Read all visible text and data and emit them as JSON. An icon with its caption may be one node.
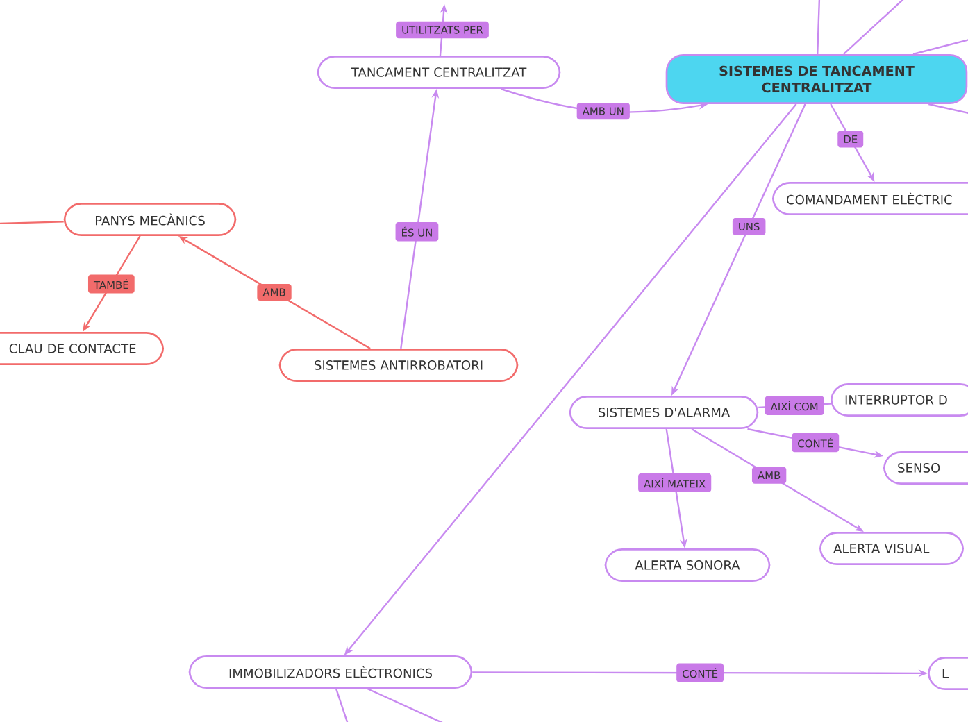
{
  "diagram": {
    "nodes": [
      {
        "text": [
          "SISTEMES DE TANCAMENT CENTRALITZAT"
        ]
      },
      {
        "text": [
          "TANCAMENT CENTRALITZAT"
        ]
      },
      {
        "text": [
          "COMANDAMENT ELÈCTRIC"
        ]
      },
      {
        "text": [
          "PANYS MECÀNICS"
        ]
      },
      {
        "text": [
          "CLAU DE CONTACTE"
        ]
      },
      {
        "text": [
          "SISTEMES ANTIRROBATORI"
        ]
      },
      {
        "text": [
          "SISTEMES D'ALARMA"
        ]
      },
      {
        "text": [
          "INTERRUPTOR D"
        ]
      },
      {
        "text": [
          "SENSO"
        ]
      },
      {
        "text": [
          "ALERTA SONORA"
        ]
      },
      {
        "text": [
          "ALERTA VISUAL"
        ]
      },
      {
        "text": [
          "IMMOBILIZADORS ELÈCTRONICS"
        ]
      },
      {
        "text": [
          "L"
        ]
      }
    ],
    "edges": [
      {
        "from": 5,
        "to": 1,
        "arrow": "to",
        "label": "ÉS UN"
      },
      {
        "from": 5,
        "to": 3,
        "arrow": "to",
        "label": "AMB",
        "color": "#f26b6b"
      },
      {
        "from": 3,
        "to": 4,
        "arrow": "to",
        "label": "TAMBÉ",
        "color": "#f26b6b"
      },
      {
        "from": 3,
        "to": null,
        "arrow": "none",
        "color": "#f26b6b"
      },
      {
        "from": 1,
        "to": 0,
        "arrow": "to",
        "label": "AMB UN"
      },
      {
        "from": 1,
        "to": null,
        "arrow": "to",
        "label": "UTILITZATS PER"
      },
      {
        "from": 0,
        "to": 2,
        "arrow": "to",
        "label": "DE"
      },
      {
        "from": 0,
        "to": 6,
        "arrow": "to",
        "label": "UNS"
      },
      {
        "from": 0,
        "to": 11,
        "arrow": "to"
      },
      {
        "from": 6,
        "to": 7,
        "arrow": "none",
        "label": "AIXÍ COM"
      },
      {
        "from": 6,
        "to": 8,
        "arrow": "to",
        "label": "CONTÉ"
      },
      {
        "from": 6,
        "to": 10,
        "arrow": "to",
        "label": "AMB"
      },
      {
        "from": 6,
        "to": 9,
        "arrow": "to",
        "label": "AIXÍ MATEIX"
      },
      {
        "from": 11,
        "to": 12,
        "arrow": "to",
        "label": "CONTÉ"
      },
      {
        "from": 11,
        "to": null,
        "arrow": "none"
      },
      {
        "from": 11,
        "to": null,
        "arrow": "none"
      },
      {
        "from": 0,
        "to": null,
        "arrow": "none"
      },
      {
        "from": 0,
        "to": null,
        "arrow": "none"
      },
      {
        "from": 0,
        "to": null,
        "arrow": "none"
      },
      {
        "from": 0,
        "to": null,
        "arrow": "none"
      }
    ]
  }
}
